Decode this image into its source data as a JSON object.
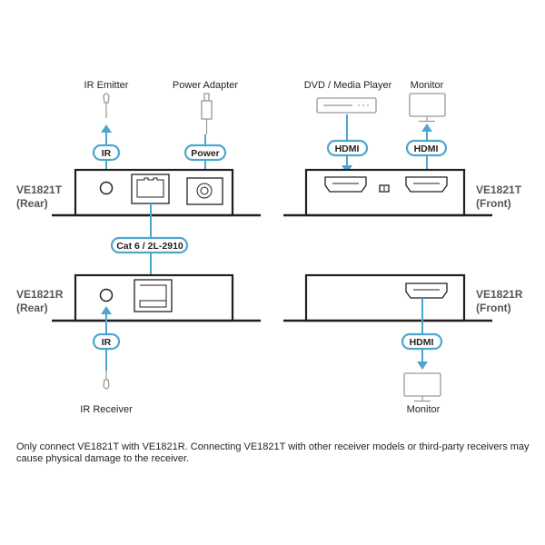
{
  "labels": {
    "ir_emitter": "IR Emitter",
    "power_adapter": "Power Adapter",
    "dvd_player": "DVD / Media Player",
    "monitor_top": "Monitor",
    "ir_receiver": "IR Receiver",
    "monitor_bottom": "Monitor"
  },
  "devices": {
    "tx_rear": [
      "VE1821T",
      "(Rear)"
    ],
    "tx_front": [
      "VE1821T",
      "(Front)"
    ],
    "rx_rear": [
      "VE1821R",
      "(Rear)"
    ],
    "rx_front": [
      "VE1821R",
      "(Front)"
    ]
  },
  "pills": {
    "ir_top": "IR",
    "power": "Power",
    "cable": "Cat 6 / 2L-2910",
    "hdmi_in": "HDMI",
    "hdmi_out": "HDMI",
    "ir_bottom": "IR",
    "hdmi_rx": "HDMI"
  },
  "note": "Only connect VE1821T with VE1821R. Connecting VE1821T with other receiver models or third-party receivers may cause physical damage to the receiver.",
  "colors": {
    "accent": "#4ea6cf",
    "line": "#231f20"
  }
}
